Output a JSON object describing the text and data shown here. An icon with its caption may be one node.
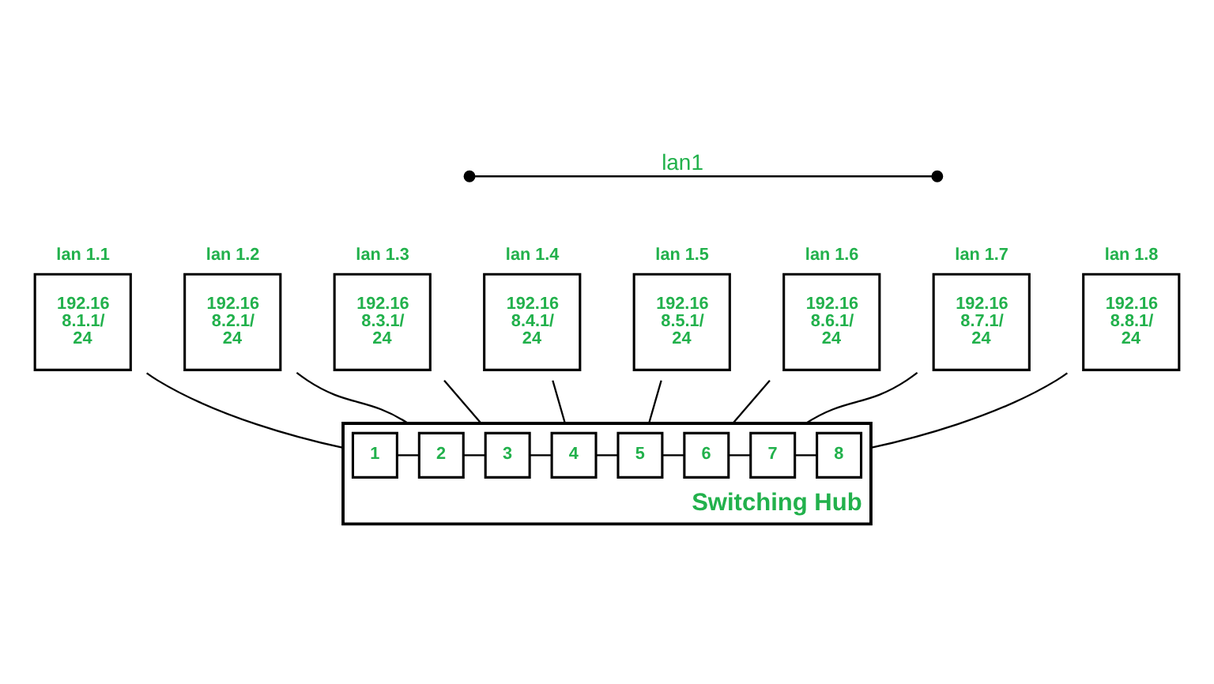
{
  "diagram": {
    "nodes": [
      {
        "text": [],
        "shape": "circle"
      },
      {
        "text": [],
        "shape": "circle"
      },
      {
        "text": [
          "lan 1.1",
          "192.16 8.1.1/ 24"
        ]
      },
      {
        "text": [
          "lan 1.2",
          "192.16 8.2.1/ 24"
        ]
      },
      {
        "text": [
          "lan 1.3",
          "192.16 8.3.1/ 24"
        ]
      },
      {
        "text": [
          "lan 1.4",
          "192.16 8.4.1/ 24"
        ]
      },
      {
        "text": [
          "lan 1.5",
          "192.16 8.5.1/ 24"
        ]
      },
      {
        "text": [
          "lan 1.6",
          "192.16 8.6.1/ 24"
        ]
      },
      {
        "text": [
          "lan 1.7",
          "192.16 8.7.1/ 24"
        ]
      },
      {
        "text": [
          "lan 1.8",
          "192.16 8.8.1/ 24"
        ]
      },
      {
        "text": [
          "Switching Hub"
        ]
      },
      {
        "text": [
          "1"
        ],
        "in": 10
      },
      {
        "text": [
          "2"
        ],
        "in": 10
      },
      {
        "text": [
          "3"
        ],
        "in": 10
      },
      {
        "text": [
          "4"
        ],
        "in": 10
      },
      {
        "text": [
          "5"
        ],
        "in": 10
      },
      {
        "text": [
          "6"
        ],
        "in": 10
      },
      {
        "text": [
          "7"
        ],
        "in": 10
      },
      {
        "text": [
          "8"
        ],
        "in": 10
      }
    ],
    "edges": [
      {
        "from": 0,
        "to": 1,
        "arrow": "none",
        "label": "lan1"
      },
      {
        "from": 2,
        "to": 10,
        "arrow": "none"
      },
      {
        "from": 3,
        "to": 10,
        "arrow": "none"
      },
      {
        "from": 4,
        "to": 10,
        "arrow": "none"
      },
      {
        "from": 5,
        "to": 10,
        "arrow": "none"
      },
      {
        "from": 6,
        "to": 10,
        "arrow": "none"
      },
      {
        "from": 7,
        "to": 10,
        "arrow": "none"
      },
      {
        "from": 8,
        "to": 10,
        "arrow": "none"
      },
      {
        "from": 9,
        "to": 10,
        "arrow": "none"
      },
      {
        "from": 11,
        "to": 12,
        "arrow": "none"
      },
      {
        "from": 12,
        "to": 13,
        "arrow": "none"
      },
      {
        "from": 13,
        "to": 14,
        "arrow": "none"
      },
      {
        "from": 14,
        "to": 15,
        "arrow": "none"
      },
      {
        "from": 15,
        "to": 16,
        "arrow": "none"
      },
      {
        "from": 16,
        "to": 17,
        "arrow": "none"
      },
      {
        "from": 17,
        "to": 18,
        "arrow": "none"
      }
    ]
  }
}
